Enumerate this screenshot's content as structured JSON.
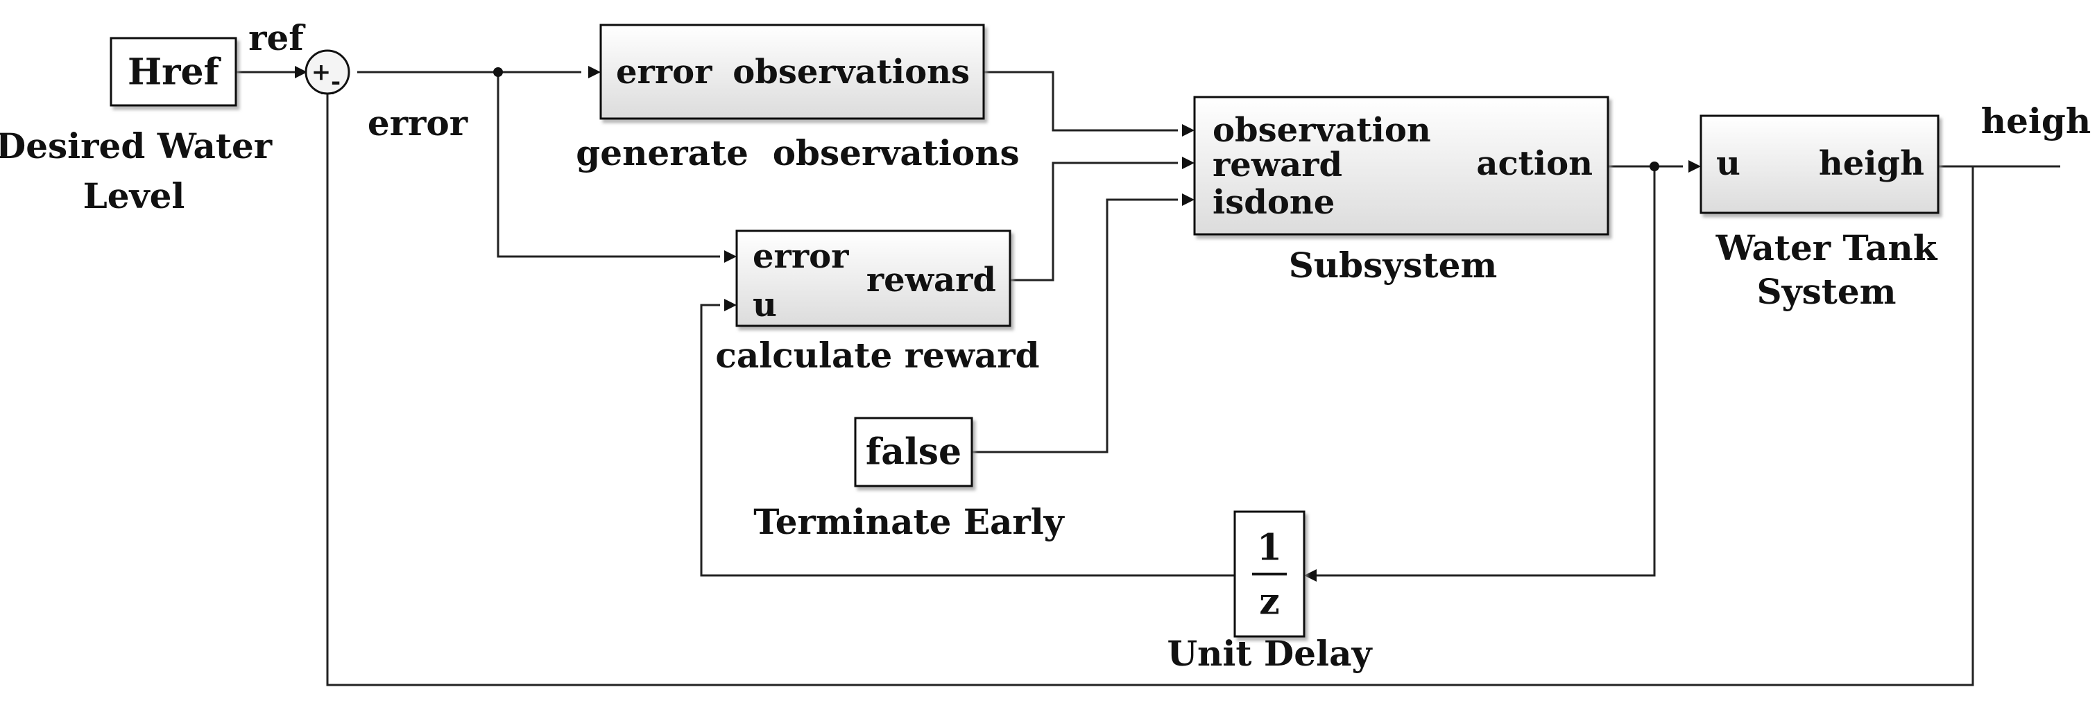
{
  "source": {
    "block_text": "Href",
    "caption": [
      "Desired Water",
      "Level"
    ],
    "out_signal": "ref"
  },
  "sum": {
    "plus_sign": "+",
    "minus_sign": "-"
  },
  "error_label": "error",
  "generate_obs": {
    "in_port": "error",
    "out_port": "observations",
    "caption": "generate  observations"
  },
  "calc_reward": {
    "in_ports": [
      "error",
      "u"
    ],
    "out_port": "reward",
    "caption": "calculate reward"
  },
  "terminate": {
    "block_text": "false",
    "caption": "Terminate Early"
  },
  "subsystem": {
    "in_ports": [
      "observation",
      "reward",
      "isdone"
    ],
    "out_port": "action",
    "caption": "Subsystem"
  },
  "water_tank": {
    "in_port": "u",
    "out_port": "heigh",
    "caption": [
      "Water Tank",
      "System"
    ],
    "out_signal": "heigh"
  },
  "unit_delay": {
    "numerator": "1",
    "denominator": "z",
    "caption": "Unit Delay"
  }
}
